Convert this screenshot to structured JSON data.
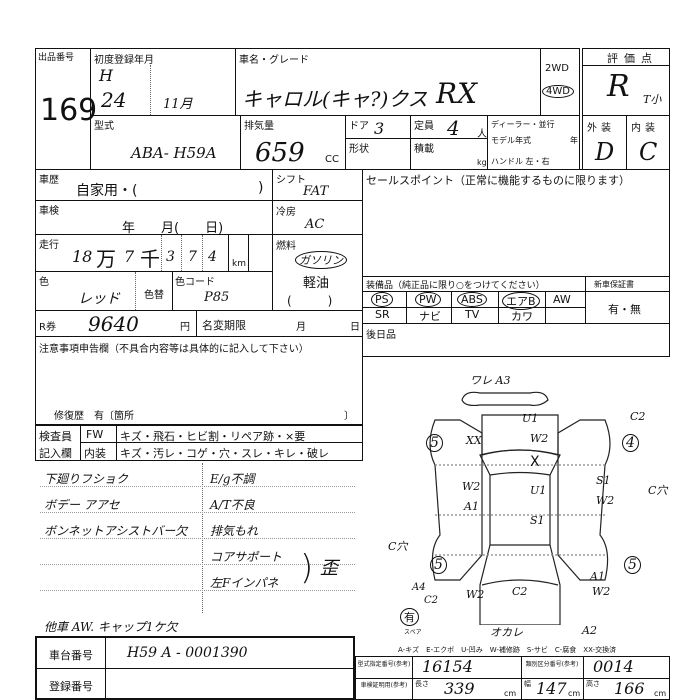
{
  "header": {
    "lot_label": "出品番号",
    "lot_number": "169",
    "first_reg_label": "初度登録年月",
    "era": "H",
    "year": "24",
    "month": "11月",
    "car_name_label": "車名・グレード",
    "car_name": "キャロル(キャ?)クス",
    "grade": "RX",
    "drive_2wd": "2WD",
    "drive_4wd": "4WD",
    "score_label": "評価点",
    "score": "R",
    "score_note": "T小",
    "model_label": "型式",
    "model": "ABA- H59A",
    "displacement_label": "排気量",
    "displacement": "659",
    "cc": "CC",
    "door_label": "ドア",
    "doors": "3",
    "shape_label": "形状",
    "capacity_label": "定員",
    "capacity": "4",
    "person_unit": "人",
    "load_label": "積載",
    "kg": "kg",
    "dealer_label": "ディーラー・並行",
    "model_year_label": "モデル年式",
    "year_unit": "年",
    "handle_label": "ハンドル 左・右",
    "exterior_label": "外装",
    "interior_label": "内装",
    "exterior": "D",
    "interior": "C"
  },
  "details": {
    "history_label": "車歴",
    "history": "自家用・(",
    "history_close": ")",
    "inspection_label": "車検",
    "inspection": "年　　月(　　日)",
    "mileage_label": "走行",
    "mileage": [
      "18",
      "万",
      "7",
      "千",
      "3",
      "7",
      "4"
    ],
    "km": "km",
    "color_label": "色",
    "color": "レッド",
    "color_change_label": "色替",
    "color_code_label": "色コード",
    "color_code": "P85",
    "recycle_label": "R券",
    "recycle": "9640",
    "yen": "円",
    "name_change_label": "名変期限",
    "month": "月",
    "day": "日",
    "shift_label": "シフト",
    "shift": "FAT",
    "ac_label": "冷房",
    "ac": "AC",
    "fuel_label": "燃料",
    "fuel": "ガソリン",
    "fuel_alt": "軽油",
    "fuel_paren": "(　　　)"
  },
  "notes_box": {
    "title": "注意事項申告欄（不具合内容等は具体的に記入して下さい）",
    "repair_history": "修復歴　有〔箇所",
    "repair_close": "〕"
  },
  "sales_point": {
    "title": "セールスポイント（正常に機能するものに限ります）"
  },
  "equipment": {
    "title": "装備品（純正品に限り○をつけてください）",
    "row1": [
      "PS",
      "PW",
      "ABS",
      "エアB",
      "AW"
    ],
    "row2": [
      "SR",
      "ナビ",
      "TV",
      "カワ",
      ""
    ],
    "warranty_label": "新車保証書",
    "warranty": "有・無",
    "later_label": "後日品"
  },
  "inspector": {
    "label1": "検査員",
    "label2": "記入欄",
    "fw": "FW",
    "fw_items": "キズ・飛石・ヒビ割・リペア跡・×要",
    "interior": "内装",
    "interior_items": "キズ・汚レ・コゲ・穴・スレ・キレ・破レ"
  },
  "remarks": {
    "left": [
      "下廻りフショク",
      "ボデー アアセ",
      "ボンネットアシストバー欠"
    ],
    "right": [
      "E/g不調",
      "A/T不良",
      "排気もれ",
      "コアサポート",
      "左Fインパネ"
    ],
    "bracket_note": "歪",
    "bottom": "他車 AW. キャップ1ケ欠"
  },
  "diagram": {
    "marks": [
      "ワレ A3",
      "U1",
      "W2",
      "X",
      "U1",
      "S1",
      "XX",
      "W2",
      "A1",
      "C2",
      "S1",
      "W2",
      "C穴",
      "C穴",
      "A4",
      "C2",
      "W2",
      "C2",
      "A1",
      "W2",
      "オカレ",
      "A2"
    ],
    "tires": [
      "5",
      "4",
      "5",
      "5"
    ],
    "spare": "有",
    "spare_label": "スペア",
    "legend": "A-キズ　E-エクボ　U-凹み　W-補修跡　S-サビ　C-腐食　XX-交換済"
  },
  "footer": {
    "chassis_label": "車台番号",
    "chassis": "H59 A - 0001390",
    "reg_label": "登録番号",
    "type_num_label": "型式指定番号(参考)",
    "type_num": "16154",
    "class_num_label": "類別区分番号(参考)",
    "class_num": "0014",
    "cert_label": "車検証明用(参考)",
    "length_label": "長さ",
    "length": "339",
    "width_label": "幅",
    "width": "147",
    "height_label": "高さ",
    "height": "166",
    "cm": "cm"
  }
}
